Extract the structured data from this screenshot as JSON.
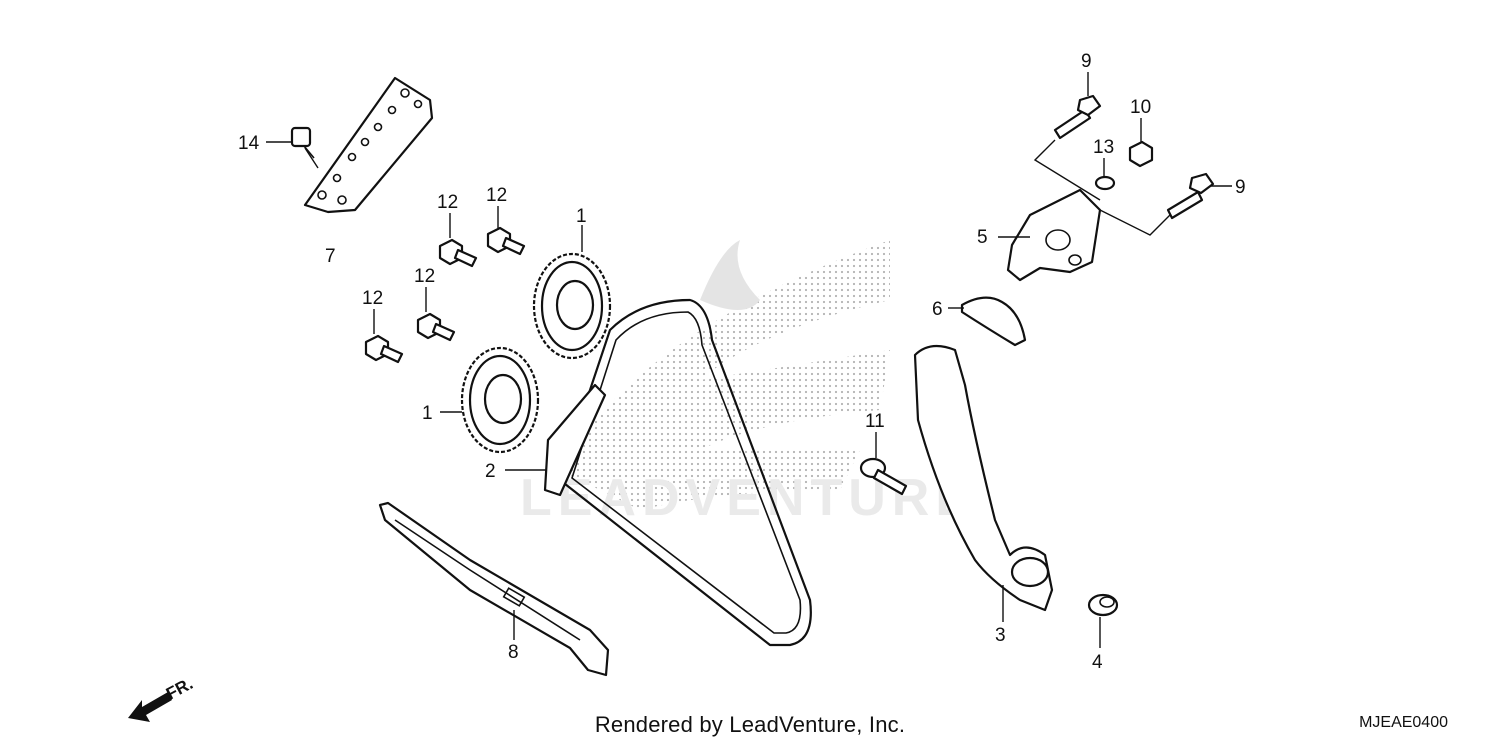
{
  "diagram": {
    "callouts": [
      "1",
      "1",
      "2",
      "3",
      "4",
      "5",
      "6",
      "7",
      "8",
      "9",
      "9",
      "10",
      "11",
      "12",
      "12",
      "12",
      "12",
      "13",
      "14"
    ],
    "direction_marker": "FR.",
    "watermark_text": "LEADVENTURE"
  },
  "footer": {
    "credit": "Rendered by LeadVenture, Inc.",
    "diagram_code": "MJEAE0400"
  }
}
